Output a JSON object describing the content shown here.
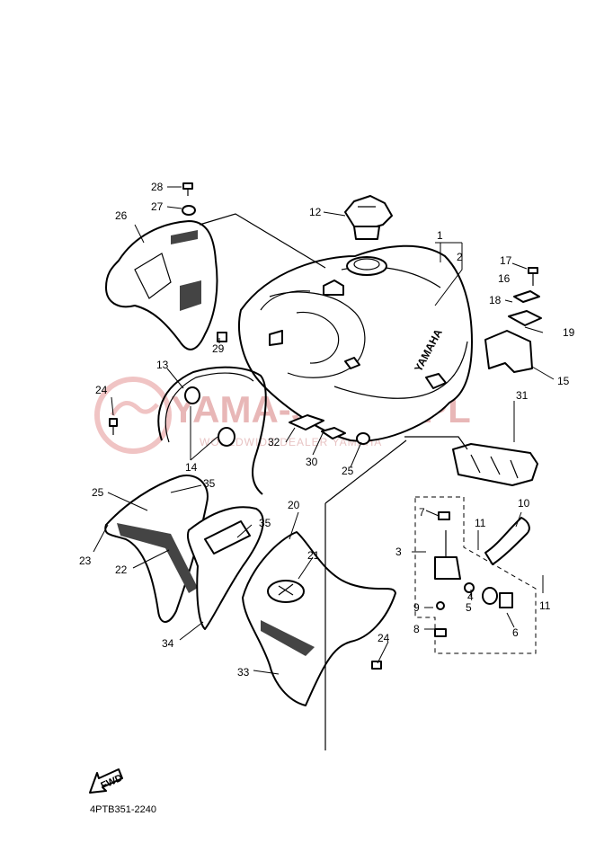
{
  "diagram_code": "4PTB351-2240",
  "fwd_label": "FWD",
  "tank_brand": "YAMAHA",
  "watermark": {
    "main": "YAMA-SKLEP.PL",
    "sub": "WORLDWIDE DEALER YAMAHA"
  },
  "callouts": [
    {
      "id": "c1",
      "label": "1"
    },
    {
      "id": "c2",
      "label": "2"
    },
    {
      "id": "c3",
      "label": "3"
    },
    {
      "id": "c4",
      "label": "4"
    },
    {
      "id": "c5",
      "label": "5"
    },
    {
      "id": "c6",
      "label": "6"
    },
    {
      "id": "c7",
      "label": "7"
    },
    {
      "id": "c8",
      "label": "8"
    },
    {
      "id": "c9",
      "label": "9"
    },
    {
      "id": "c10",
      "label": "10"
    },
    {
      "id": "c11a",
      "label": "11"
    },
    {
      "id": "c11b",
      "label": "11"
    },
    {
      "id": "c12",
      "label": "12"
    },
    {
      "id": "c13",
      "label": "13"
    },
    {
      "id": "c14",
      "label": "14"
    },
    {
      "id": "c15",
      "label": "15"
    },
    {
      "id": "c16",
      "label": "16"
    },
    {
      "id": "c17",
      "label": "17"
    },
    {
      "id": "c18",
      "label": "18"
    },
    {
      "id": "c19",
      "label": "19"
    },
    {
      "id": "c20",
      "label": "20"
    },
    {
      "id": "c21",
      "label": "21"
    },
    {
      "id": "c22",
      "label": "22"
    },
    {
      "id": "c23",
      "label": "23"
    },
    {
      "id": "c24a",
      "label": "24"
    },
    {
      "id": "c24b",
      "label": "24"
    },
    {
      "id": "c25a",
      "label": "25"
    },
    {
      "id": "c25b",
      "label": "25"
    },
    {
      "id": "c26",
      "label": "26"
    },
    {
      "id": "c27",
      "label": "27"
    },
    {
      "id": "c28",
      "label": "28"
    },
    {
      "id": "c29",
      "label": "29"
    },
    {
      "id": "c30",
      "label": "30"
    },
    {
      "id": "c31",
      "label": "31"
    },
    {
      "id": "c32",
      "label": "32"
    },
    {
      "id": "c33",
      "label": "33"
    },
    {
      "id": "c34",
      "label": "34"
    },
    {
      "id": "c35a",
      "label": "35"
    },
    {
      "id": "c35b",
      "label": "35"
    }
  ]
}
